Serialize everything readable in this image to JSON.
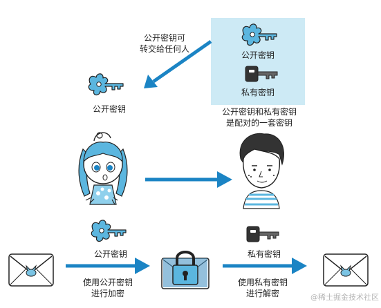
{
  "colors": {
    "panel_bg": "#cdeaf5",
    "arrow_blue": "#1b84c4",
    "key_blue": "#5bb6df",
    "key_dark": "#333333",
    "outline": "#222222"
  },
  "transfer_caption": {
    "line1": "公开密钥可",
    "line2": "转交给任何人"
  },
  "key_panel": {
    "public_key_label": "公开密钥",
    "private_key_label": "私有密钥"
  },
  "pair_caption": {
    "line1": "公开密钥和私有密钥",
    "line2": "是配对的一套密钥"
  },
  "left_key_label": "公开密钥",
  "bottom": {
    "public_key_label": "公开密钥",
    "private_key_label": "私有密钥",
    "encrypt_line1": "使用公开密钥",
    "encrypt_line2": "进行加密",
    "decrypt_line1": "使用私有密钥",
    "decrypt_line2": "进行解密"
  },
  "watermark": "@稀土掘金技术社区",
  "icons": [
    "blue-key-icon",
    "dark-key-icon",
    "envelope-icon",
    "padlock-icon",
    "arrow-icon",
    "girl-character",
    "man-character"
  ]
}
